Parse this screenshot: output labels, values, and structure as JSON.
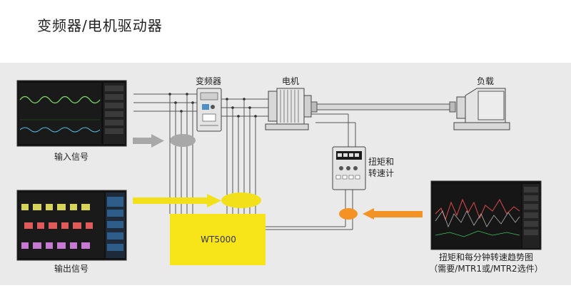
{
  "title": "变频器/电机驱动器",
  "labels": {
    "inverter": "变频器",
    "motor": "电机",
    "load": "负载",
    "torque_meter_line1": "扭矩和",
    "torque_meter_line2": "转速计",
    "input_signal": "输入信号",
    "output_signal": "输出信号",
    "wt5000": "WT5000",
    "trend_line1": "扭矩和每分钟转速趋势图",
    "trend_line2": "（需要/MTR1或/MTR2选件）"
  },
  "colors": {
    "panel_bg": "#eaeaea",
    "wire": "#555555",
    "input_arrow": "#a8a8a8",
    "output_arrow": "#f2e11a",
    "torque_arrow": "#f39325",
    "analyzer_box": "#f7e519",
    "screen_bg": "#111111"
  },
  "icons": {
    "input_screen": "oscilloscope-sine-icon",
    "output_screen": "oscilloscope-pwm-icon",
    "trend_screen": "trend-chart-icon",
    "inverter": "inverter-device-icon",
    "motor": "motor-icon",
    "load": "load-motor-icon",
    "torque_meter": "torque-meter-icon"
  }
}
